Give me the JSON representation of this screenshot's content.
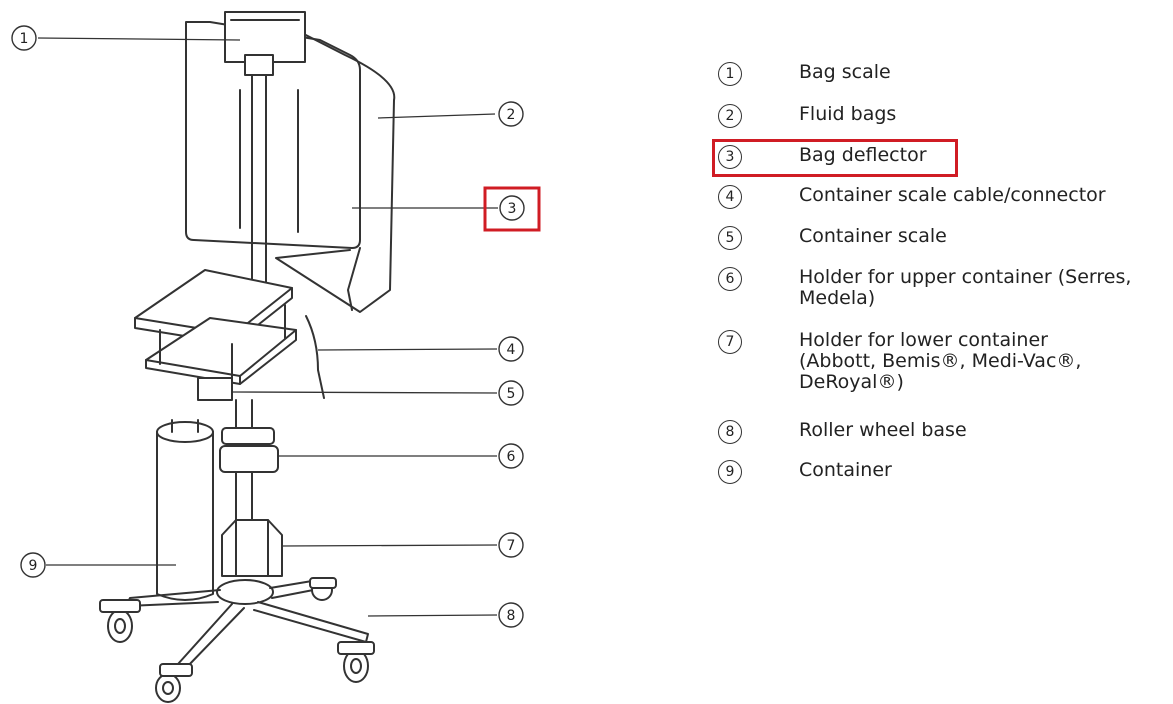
{
  "legend": [
    {
      "number": "1",
      "label": "Bag scale"
    },
    {
      "number": "2",
      "label": "Fluid bags"
    },
    {
      "number": "3",
      "label": "Bag deflector"
    },
    {
      "number": "4",
      "label": "Container scale cable/connector"
    },
    {
      "number": "5",
      "label": "Container scale"
    },
    {
      "number": "6",
      "label": "Holder for upper container (Serres,\nMedela)"
    },
    {
      "number": "7",
      "label": "Holder for lower container\n(Abbott, Bemis®, Medi-Vac®,\nDeRoyal®)"
    },
    {
      "number": "8",
      "label": "Roller wheel base"
    },
    {
      "number": "9",
      "label": "Container"
    }
  ],
  "highlighted_item": "3",
  "colors": {
    "highlight": "#d01c24",
    "line": "#333333"
  }
}
